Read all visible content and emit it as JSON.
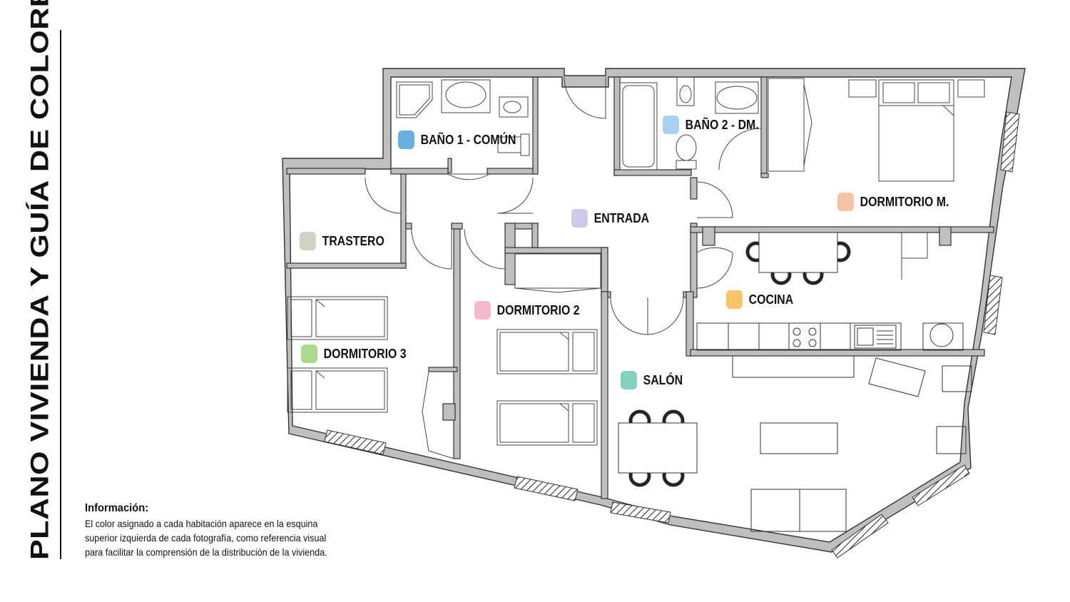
{
  "title": "PLANO VIVIENDA Y GUÍA DE COLORES",
  "rooms": [
    {
      "key": "bano1",
      "label": "BAÑO 1 - COMÚN",
      "color": "#6aaddf"
    },
    {
      "key": "bano2",
      "label": "BAÑO 2 - DM.",
      "color": "#a9d2f0"
    },
    {
      "key": "dormitorio_m",
      "label": "DORMITORIO M.",
      "color": "#f6c2a8"
    },
    {
      "key": "entrada",
      "label": "ENTRADA",
      "color": "#cfc9ea"
    },
    {
      "key": "trastero",
      "label": "TRASTERO",
      "color": "#d3d0c4"
    },
    {
      "key": "cocina",
      "label": "COCINA",
      "color": "#f7c36b"
    },
    {
      "key": "dormitorio2",
      "label": "DORMITORIO 2",
      "color": "#f6b9cc"
    },
    {
      "key": "dormitorio3",
      "label": "DORMITORIO 3",
      "color": "#add98f"
    },
    {
      "key": "salon",
      "label": "SALÓN",
      "color": "#85d2c0"
    }
  ],
  "info": {
    "title": "Información:",
    "text": "El color asignado a cada habitación aparece en la esquina\nsuperior izquierda de cada fotografía, como referencia visual\npara facilitar la comprensión de la distribución de la vivienda."
  },
  "colors": {
    "wall": "#bfbfbf",
    "line": "#333333"
  }
}
